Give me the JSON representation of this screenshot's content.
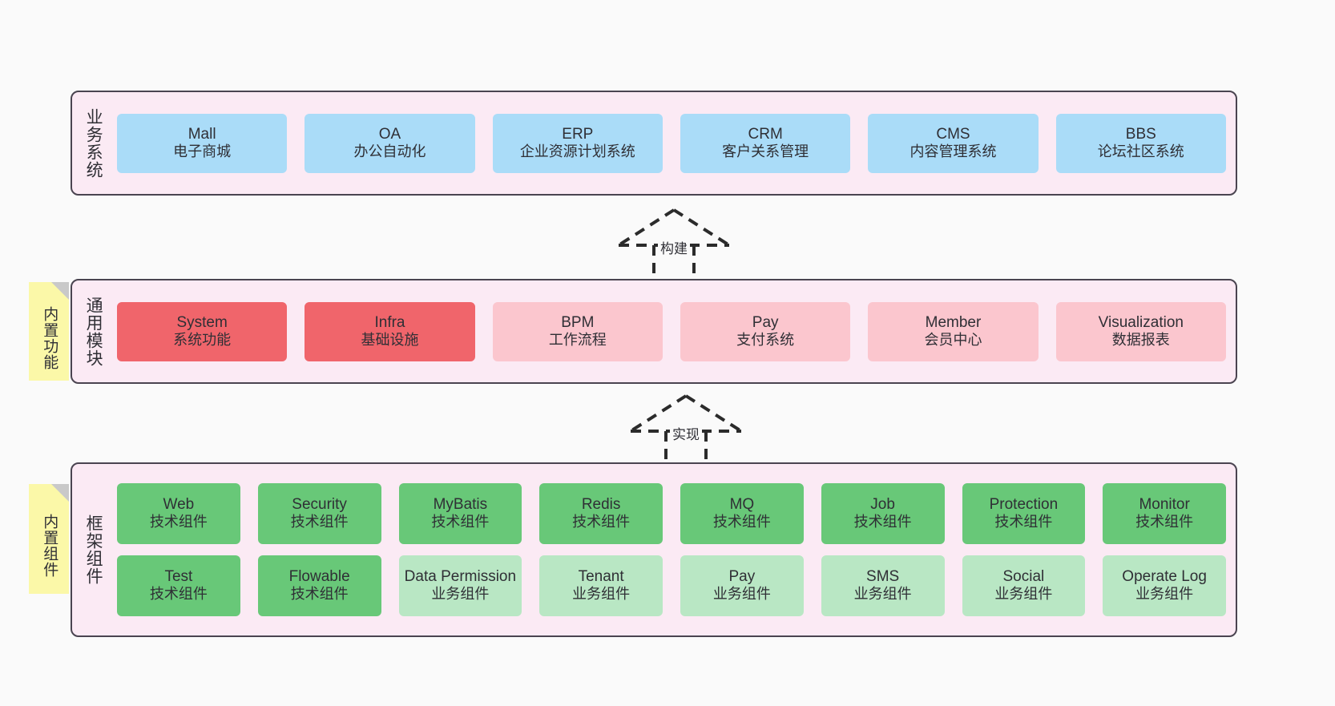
{
  "layers": [
    {
      "id": "business",
      "title": "业务系统",
      "color": "#aadcf8",
      "rows": [
        [
          {
            "name": "Mall",
            "sub": "电子商城"
          },
          {
            "name": "OA",
            "sub": "办公自动化"
          },
          {
            "name": "ERP",
            "sub": "企业资源计划系统"
          },
          {
            "name": "CRM",
            "sub": "客户关系管理"
          },
          {
            "name": "CMS",
            "sub": "内容管理系统"
          },
          {
            "name": "BBS",
            "sub": "论坛社区系统"
          }
        ]
      ]
    },
    {
      "id": "modules",
      "title": "通用模块",
      "sticky": "内置功能",
      "rows": [
        [
          {
            "name": "System",
            "sub": "系统功能",
            "style": "red"
          },
          {
            "name": "Infra",
            "sub": "基础设施",
            "style": "red"
          },
          {
            "name": "BPM",
            "sub": "工作流程",
            "style": "pink"
          },
          {
            "name": "Pay",
            "sub": "支付系统",
            "style": "pink"
          },
          {
            "name": "Member",
            "sub": "会员中心",
            "style": "pink"
          },
          {
            "name": "Visualization",
            "sub": "数据报表",
            "style": "pink"
          }
        ]
      ]
    },
    {
      "id": "framework",
      "title": "框架组件",
      "sticky": "内置组件",
      "rows": [
        [
          {
            "name": "Web",
            "sub": "技术组件",
            "style": "green"
          },
          {
            "name": "Security",
            "sub": "技术组件",
            "style": "green"
          },
          {
            "name": "MyBatis",
            "sub": "技术组件",
            "style": "green"
          },
          {
            "name": "Redis",
            "sub": "技术组件",
            "style": "green"
          },
          {
            "name": "MQ",
            "sub": "技术组件",
            "style": "green"
          },
          {
            "name": "Job",
            "sub": "技术组件",
            "style": "green"
          },
          {
            "name": "Protection",
            "sub": "技术组件",
            "style": "green"
          },
          {
            "name": "Monitor",
            "sub": "技术组件",
            "style": "green"
          }
        ],
        [
          {
            "name": "Test",
            "sub": "技术组件",
            "style": "green"
          },
          {
            "name": "Flowable",
            "sub": "技术组件",
            "style": "green"
          },
          {
            "name": "Data Permission",
            "sub": "业务组件",
            "style": "lgreen"
          },
          {
            "name": "Tenant",
            "sub": "业务组件",
            "style": "lgreen"
          },
          {
            "name": "Pay",
            "sub": "业务组件",
            "style": "lgreen"
          },
          {
            "name": "SMS",
            "sub": "业务组件",
            "style": "lgreen"
          },
          {
            "name": "Social",
            "sub": "业务组件",
            "style": "lgreen"
          },
          {
            "name": "Operate Log",
            "sub": "业务组件",
            "style": "lgreen"
          }
        ]
      ]
    }
  ],
  "connectors": [
    {
      "id": "build",
      "label": "构建"
    },
    {
      "id": "implement",
      "label": "实现"
    }
  ],
  "colors": {
    "panel_background": "#fbeaf4",
    "panel_border": "#4a4450",
    "canvas_background": "#fafafa",
    "business_node": "#aadcf8",
    "module_primary": "#f0656b",
    "module_secondary": "#fbc6ce",
    "tech_component": "#68c878",
    "business_component": "#b9e7c4",
    "sticky_note": "#fbf8a8",
    "text": "#2f2f35"
  }
}
